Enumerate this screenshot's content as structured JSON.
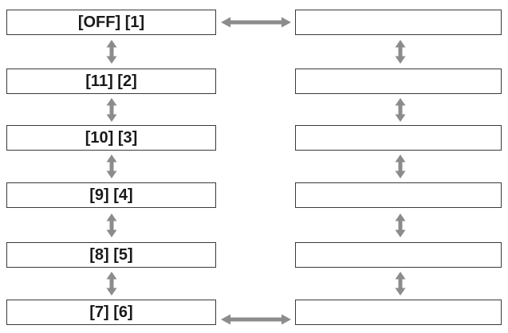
{
  "colors": {
    "arrow": "#8c8c8c",
    "border": "#3a3a3a",
    "text": "#1a1a1a"
  },
  "left_boxes": [
    {
      "label": "[OFF] [1]"
    },
    {
      "label": "[11] [2]"
    },
    {
      "label": "[10] [3]"
    },
    {
      "label": "[9] [4]"
    },
    {
      "label": "[8] [5]"
    },
    {
      "label": "[7] [6]"
    }
  ],
  "right_boxes": [
    {
      "label": ""
    },
    {
      "label": ""
    },
    {
      "label": ""
    },
    {
      "label": ""
    },
    {
      "label": ""
    },
    {
      "label": ""
    }
  ]
}
